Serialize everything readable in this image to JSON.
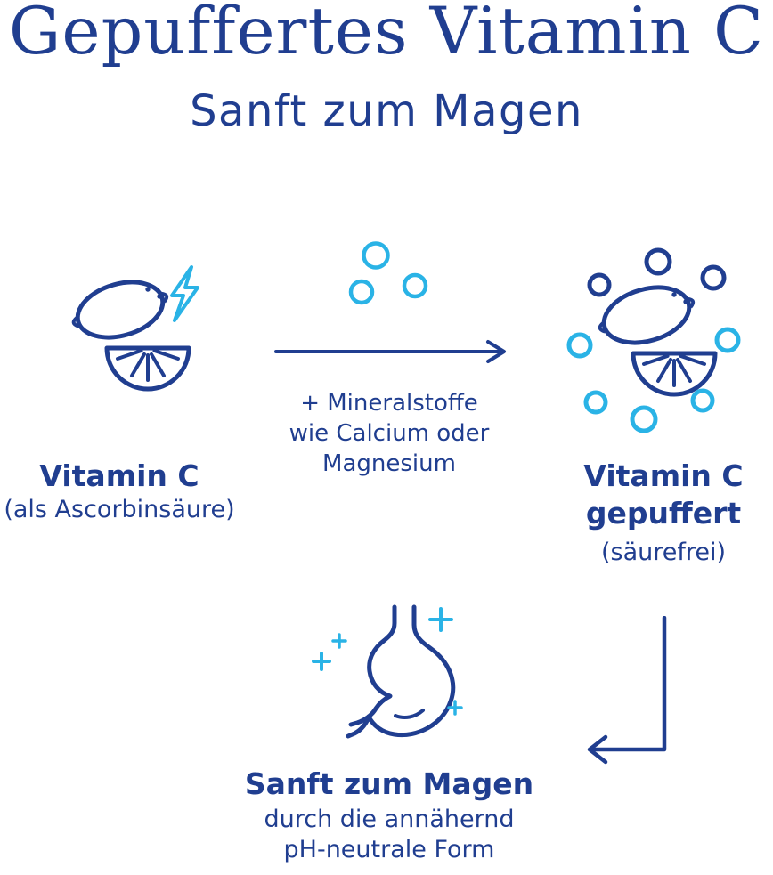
{
  "colors": {
    "navy": "#203e90",
    "cyan": "#2ab3e6",
    "background": "#ffffff"
  },
  "header": {
    "title": "Gepuffertes Vitamin C",
    "subtitle": "Sanft zum Magen"
  },
  "flow": {
    "source": {
      "icon": "lemon-lightning-icon",
      "label": "Vitamin C",
      "sublabel": "(als Ascorbinsäure)"
    },
    "transformation": {
      "bubbles_icon": "bubbles-icon",
      "arrow_icon": "arrow-right-icon",
      "caption": [
        "+ Mineralstoffe",
        "wie Calcium oder",
        "Magnesium"
      ]
    },
    "result": {
      "icon": "lemon-bubbles-icon",
      "label_line1": "Vitamin C",
      "label_line2": "gepuffert",
      "sublabel": "(säurefrei)"
    },
    "outcome": {
      "connector_icon": "arrow-down-left-icon",
      "icon": "stomach-sparkles-icon",
      "label": "Sanft zum Magen",
      "sublabel_line1": "durch die annähernd",
      "sublabel_line2": "pH-neutrale Form"
    }
  }
}
